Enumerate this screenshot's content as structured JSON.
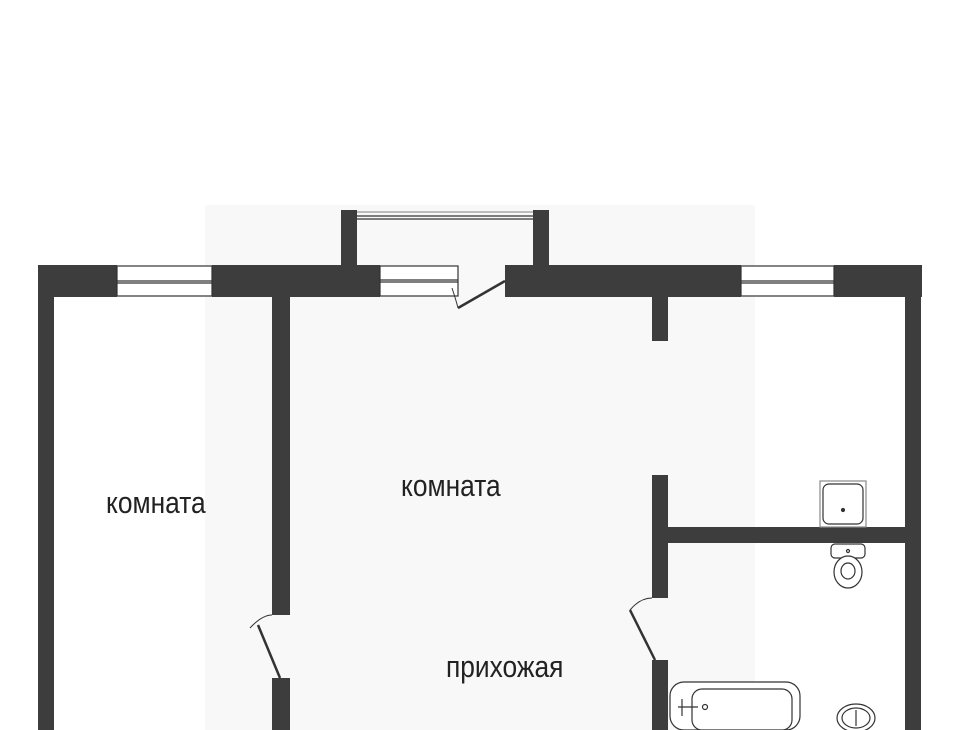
{
  "plan": {
    "rooms": [
      {
        "label": "комната"
      },
      {
        "label": "комната"
      },
      {
        "label": "прихожая"
      }
    ]
  },
  "colors": {
    "wall": "#3d3d3d",
    "fixture": "#333333"
  }
}
